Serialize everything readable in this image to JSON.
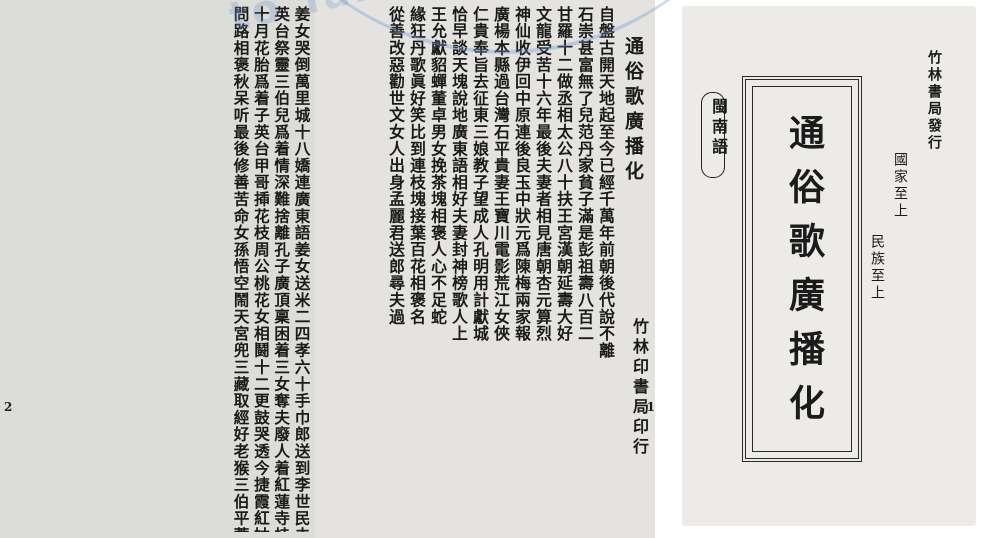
{
  "watermark": "to Taiwanese Lang",
  "page1": {
    "page_number": "2",
    "lines": [
      "姜女哭倒萬里城十八嬌連廣東語姜女送米二四孝六十手巾郎送到李世民去遊地府四十八李世民遊地府哪吒出世界本事新寃枉錢失得了楊戩去收伏天狗安童買菜唱什念通俗新歌廣播化",
      "英台祭靈三伯兒爲着情深難捨離孔子廣頂稟困着三女奪夫廢人着紅蓮寺桂武聯珠大戰戶雙蚊仔虫孔明氣死伊周瑜親象家貧出孝子僥倖錢即拔輪獭陳三磨鏡去因兜蔡端造橋李五添攬爛某拔厳臣歌",
      "十月花胎爲着子英台甲哥揷花枝周公桃花女相鬪十二更鼓哭透今捷霞紅姑兮道師封神榜十二門人雪梅守寡爲着子世玉擂抬門上久農場相褒送先僥盆春三人相恿走金姑看羊婦人賢落陰相褒者看破",
      "問路相褒秋呆听最後修善苦命女孫悟空鬧天宮兜三藏取經好老猴三伯平蓄糊靈厝基隆修案七號房大舜坐天認爸母秦朝姜女卜尋夫反唐李旦尋鳳嬌十殿地獄狼有透乞食趕廟公了然草繩阿公阿爸拖"
    ]
  },
  "page2": {
    "page_number": "1",
    "heading": "通俗歌廣播化",
    "publisher_line": "竹林印書局印行",
    "lines": [
      "自盤古開天地起至今已經千萬年前朝後代說不離",
      "石崇甚富無了兒范丹家貧子滿是彭祖壽八百二",
      "甘羅十二做丞相太公八十扶王宮漢朝延壽大好",
      "文龍受苦十六年最後夫妻者相見唐朝杏元算烈",
      "神仙收伊回中原連後良玉中狀元爲陳梅兩家報",
      "廣楊本縣過台灣石平貴妻王寶川電影荒江女俠",
      "仁貴奉旨去征東三娘教子望成人孔明用計獻城",
      "恰早談天塊說地廣東語相好夫妻封神榜歌人上",
      "王允獻貂蟬董卓男女挽茶塊相褒人心不足蛇",
      "緣狂丹歌眞好笑比到連枝塊接葉百花相褒名",
      "從善改惡勸世文女人出身孟麗君送郎尋夫過"
    ]
  },
  "cover": {
    "publisher": "竹林書局發行",
    "title": "通俗歌廣播化",
    "slogan1": "國家至上",
    "slogan2": "民族至上",
    "language_tag": "閩南語"
  }
}
